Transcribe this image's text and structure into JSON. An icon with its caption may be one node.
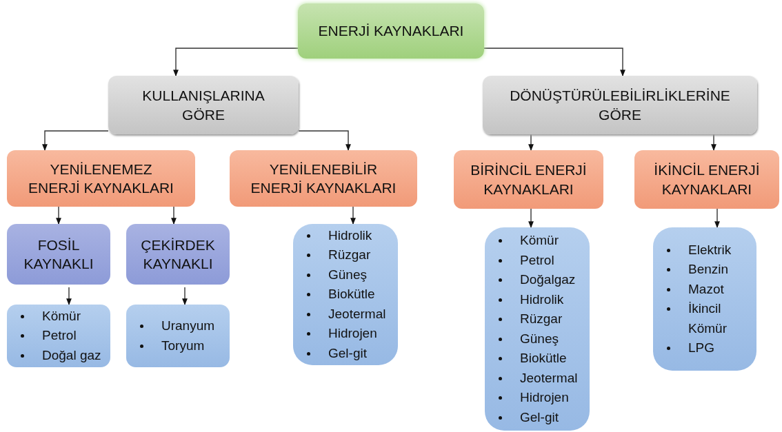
{
  "diagram": {
    "nodes": [
      {
        "text": [
          "ENERJİ KAYNAKLARI"
        ]
      },
      {
        "text": [
          "KULLANIŞLARINA GÖRE"
        ]
      },
      {
        "text": [
          "DÖNÜŞTÜRÜLEBİLİRLİKLERİNE GÖRE"
        ]
      },
      {
        "text": [
          "YENİLENEMEZ ENERJİ KAYNAKLARI"
        ]
      },
      {
        "text": [
          "YENİLENEBİLİR ENERJİ KAYNAKLARI"
        ]
      },
      {
        "text": [
          "BİRİNCİL ENERJİ KAYNAKLARI"
        ]
      },
      {
        "text": [
          "İKİNCİL ENERJİ KAYNAKLARI"
        ]
      },
      {
        "text": [
          "FOSİL KAYNAKLI"
        ]
      },
      {
        "text": [
          "ÇEKİRDEK KAYNAKLI"
        ]
      },
      {
        "text": [
          "Hidrolik",
          "Rüzgar",
          "Güneş",
          "Biokütle",
          "Jeotermal",
          "Hidrojen",
          "Gel-git"
        ]
      },
      {
        "text": [
          "Kömür",
          "Petrol",
          "Doğalgaz",
          "Hidrolik",
          "Rüzgar",
          "Güneş",
          "Biokütle",
          "Jeotermal",
          "Hidrojen",
          "Gel-git"
        ]
      },
      {
        "text": [
          "Elektrik",
          "Benzin",
          "Mazot",
          "İkincil Kömür",
          "LPG"
        ]
      },
      {
        "text": [
          "Kömür",
          "Petrol",
          "Doğal gaz"
        ]
      },
      {
        "text": [
          "Uranyum",
          "Toryum"
        ]
      }
    ],
    "edges": [
      {
        "from": 0,
        "to": 1,
        "arrow": "to"
      },
      {
        "from": 0,
        "to": 2,
        "arrow": "to"
      },
      {
        "from": 1,
        "to": 3,
        "arrow": "to"
      },
      {
        "from": 1,
        "to": 4,
        "arrow": "to"
      },
      {
        "from": 2,
        "to": 5,
        "arrow": "to"
      },
      {
        "from": 2,
        "to": 6,
        "arrow": "to"
      },
      {
        "from": 3,
        "to": 7,
        "arrow": "to"
      },
      {
        "from": 3,
        "to": 8,
        "arrow": "to"
      },
      {
        "from": 4,
        "to": 9,
        "arrow": "to"
      },
      {
        "from": 5,
        "to": 10,
        "arrow": "to"
      },
      {
        "from": 6,
        "to": 11,
        "arrow": "to"
      },
      {
        "from": 7,
        "to": 12,
        "arrow": "to"
      },
      {
        "from": 8,
        "to": 13,
        "arrow": "to"
      }
    ]
  }
}
